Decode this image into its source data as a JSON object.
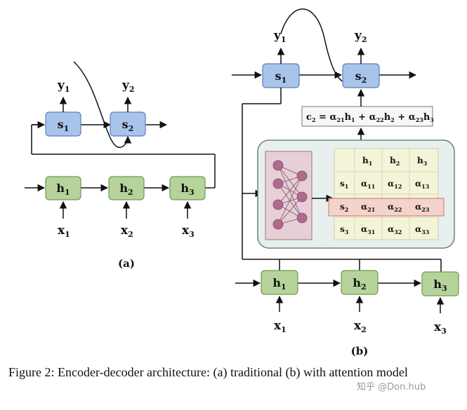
{
  "panel_a": {
    "label": "(a)",
    "decoder": [
      {
        "base": "s",
        "sub": "1"
      },
      {
        "base": "s",
        "sub": "2"
      }
    ],
    "outputs": [
      {
        "base": "y",
        "sub": "1"
      },
      {
        "base": "y",
        "sub": "2"
      }
    ],
    "encoder": [
      {
        "base": "h",
        "sub": "1"
      },
      {
        "base": "h",
        "sub": "2"
      },
      {
        "base": "h",
        "sub": "3"
      }
    ],
    "inputs": [
      {
        "base": "x",
        "sub": "1"
      },
      {
        "base": "x",
        "sub": "2"
      },
      {
        "base": "x",
        "sub": "3"
      }
    ]
  },
  "panel_b": {
    "label": "(b)",
    "decoder": [
      {
        "base": "s",
        "sub": "1"
      },
      {
        "base": "s",
        "sub": "2"
      }
    ],
    "outputs": [
      {
        "base": "y",
        "sub": "1"
      },
      {
        "base": "y",
        "sub": "2"
      }
    ],
    "context_equation": [
      {
        "base": "c",
        "sub": "2"
      },
      {
        "base": " = α",
        "sub": "21"
      },
      {
        "base": "h",
        "sub": "1"
      },
      {
        "base": " + α",
        "sub": "22"
      },
      {
        "base": "h",
        "sub": "2"
      },
      {
        "base": " + α",
        "sub": "23"
      },
      {
        "base": "h",
        "sub": "3"
      }
    ],
    "attention_table": {
      "columns": [
        {
          "base": "h",
          "sub": "1"
        },
        {
          "base": "h",
          "sub": "2"
        },
        {
          "base": "h",
          "sub": "3"
        }
      ],
      "rows": [
        {
          "label": {
            "base": "s",
            "sub": "1"
          },
          "cells": [
            {
              "base": "α",
              "sub": "11"
            },
            {
              "base": "α",
              "sub": "12"
            },
            {
              "base": "α",
              "sub": "13"
            }
          ]
        },
        {
          "label": {
            "base": "s",
            "sub": "2"
          },
          "cells": [
            {
              "base": "α",
              "sub": "21"
            },
            {
              "base": "α",
              "sub": "22"
            },
            {
              "base": "α",
              "sub": "23"
            }
          ]
        },
        {
          "label": {
            "base": "s",
            "sub": "3"
          },
          "cells": [
            {
              "base": "α",
              "sub": "31"
            },
            {
              "base": "α",
              "sub": "32"
            },
            {
              "base": "α",
              "sub": "33"
            }
          ]
        }
      ],
      "highlighted_row": 1
    },
    "encoder": [
      {
        "base": "h",
        "sub": "1"
      },
      {
        "base": "h",
        "sub": "2"
      },
      {
        "base": "h",
        "sub": "3"
      }
    ],
    "inputs": [
      {
        "base": "x",
        "sub": "1"
      },
      {
        "base": "x",
        "sub": "2"
      },
      {
        "base": "x",
        "sub": "3"
      }
    ]
  },
  "caption": "Figure 2: Encoder-decoder architecture: (a) traditional (b) with attention model",
  "watermark": "知乎 @Don.hub",
  "colors": {
    "decoder_fill": "#a9c4ea",
    "encoder_fill": "#b5d39a",
    "attention_panel": "#e8efef",
    "network_fill": "#e6cfd6",
    "neuron_fill": "#b06a90",
    "grid_fill": "#f4f4d9",
    "highlight_fill": "#f3cfc8"
  }
}
